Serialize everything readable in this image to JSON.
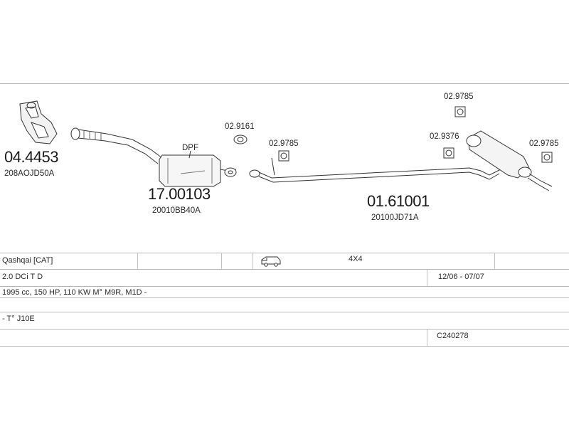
{
  "parts": {
    "manifold": {
      "code": "04.4453",
      "oem": "208AOJD50A"
    },
    "dpf": {
      "label": "DPF",
      "code": "17.00103",
      "oem": "20010BB40A"
    },
    "gasket": {
      "code": "02.9161"
    },
    "mount_front": {
      "code": "02.9785"
    },
    "mid_pipe": {
      "code": "01.61001",
      "oem": "20100JD71A"
    },
    "mount_top": {
      "code": "02.9785"
    },
    "mount_mid": {
      "code": "02.9376"
    },
    "mount_rear": {
      "code": "02.9785"
    }
  },
  "table": {
    "row1": {
      "model": "Qashqai  [CAT]",
      "drive": "4X4"
    },
    "row2": {
      "engine": "2.0 DCi T D",
      "years": "12/06 - 07/07"
    },
    "row3": {
      "spec": "1995 cc, 150 HP, 110 KW M° M9R, M1D -"
    },
    "row4": {
      "type": "- T° J10E"
    },
    "row5": {
      "ref": "C240278"
    }
  },
  "icons": {
    "vehicle": "van-icon"
  }
}
